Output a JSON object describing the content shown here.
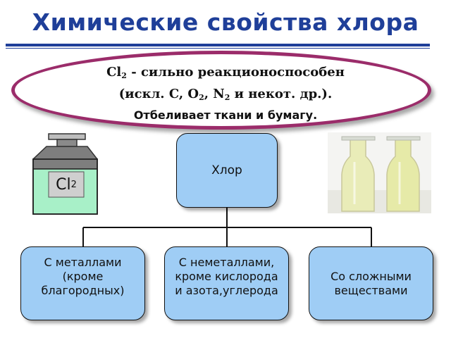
{
  "title": "Химические свойства хлора",
  "info": {
    "line1_formula": "Cl",
    "line1_formula_sub": "2",
    "line1_text": " - сильно реакционоспособен",
    "line2_p1": "(искл. C, O",
    "line2_sub1": "2",
    "line2_p2": ", N",
    "line2_sub2": "2",
    "line2_p3": " и некот. др.).",
    "line3": "Отбеливает ткани и бумагу."
  },
  "flask_label": {
    "symbol": "Cl",
    "sub": "2"
  },
  "diagram": {
    "root": "Хлор",
    "children": [
      {
        "line1": "С металлами",
        "line2": "(кроме",
        "line3": "благородных)"
      },
      {
        "line1": "С неметаллами,",
        "line2": "кроме кислорода",
        "line3": "и азота,углерода"
      },
      {
        "line1": "Со сложными",
        "line2": "веществами"
      }
    ]
  },
  "colors": {
    "title": "#1f3f99",
    "ellipse_border": "#9b2c6a",
    "box_fill": "#9fcdf5",
    "flask_liquid": "#a8f0c8"
  }
}
